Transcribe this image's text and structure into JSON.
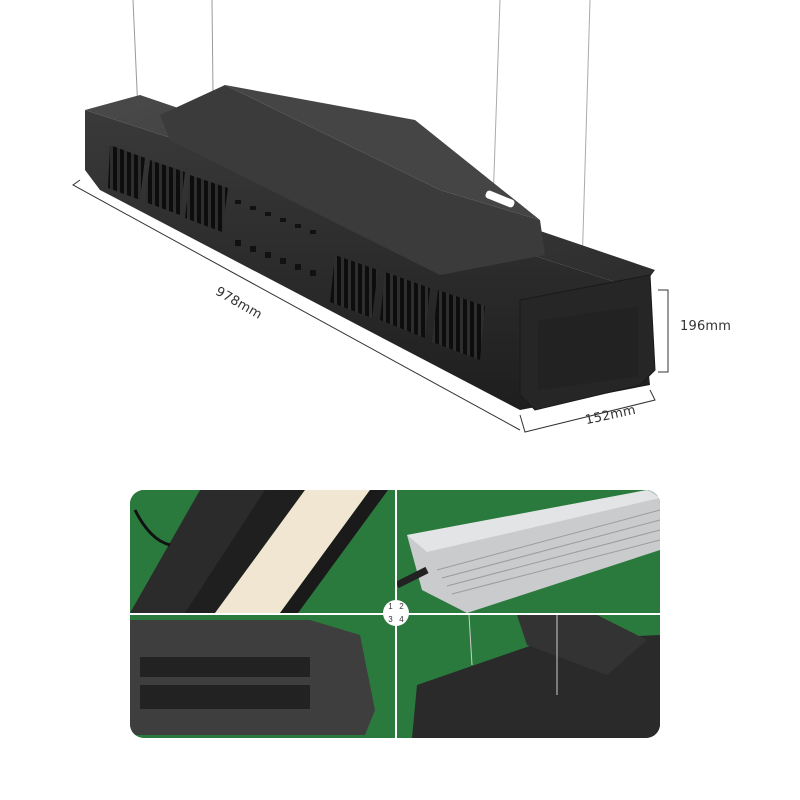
{
  "product": {
    "name": "LED grow light fixture",
    "color": "#2e2e2e"
  },
  "dimensions": {
    "length": "978mm",
    "height": "196mm",
    "width": "152mm"
  },
  "detail_grid": {
    "background_color": "#2b7a3d",
    "badge": [
      "1",
      "2",
      "3",
      "4"
    ],
    "panels": [
      {
        "index": 1,
        "subject": "LED board underside"
      },
      {
        "index": 2,
        "subject": "Aluminum driver"
      },
      {
        "index": 3,
        "subject": "Side vented housing"
      },
      {
        "index": 4,
        "subject": "Hanging hooks and end cap"
      }
    ]
  }
}
